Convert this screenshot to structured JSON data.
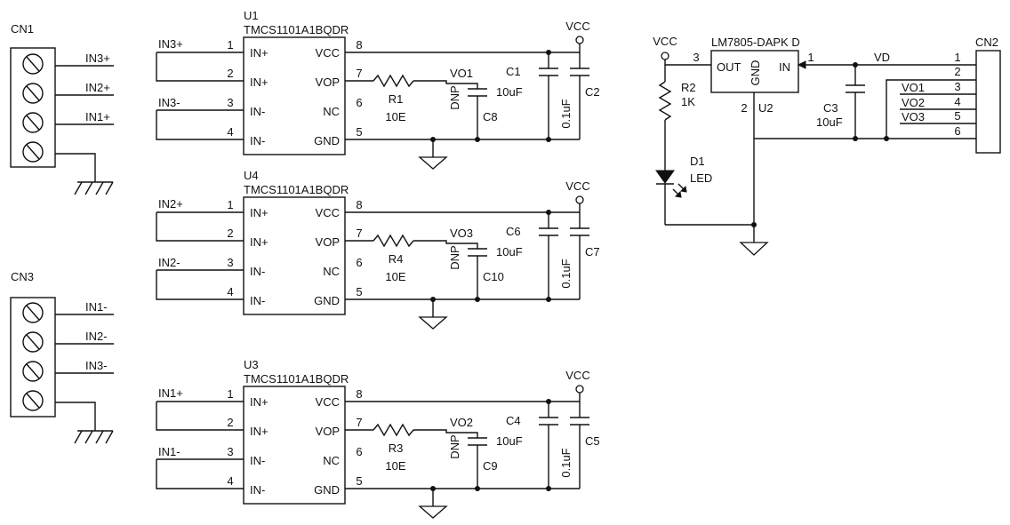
{
  "power": {
    "vcc": "VCC",
    "vd": "VD"
  },
  "terminals": [
    {
      "ref": "CN1",
      "pins": [
        "IN3+",
        "IN2+",
        "IN1+"
      ]
    },
    {
      "ref": "CN3",
      "pins": [
        "IN1-",
        "IN2-",
        "IN3-"
      ]
    }
  ],
  "sensors": [
    {
      "ref": "U1",
      "part": "TMCS1101A1BQDR",
      "net_pos": "IN3+",
      "net_neg": "IN3-",
      "pin_labels": [
        "IN+",
        "IN+",
        "IN-",
        "IN-",
        "VCC",
        "VOP",
        "NC",
        "GND"
      ],
      "pin_numbers": [
        "1",
        "2",
        "3",
        "4",
        "8",
        "7",
        "6",
        "5"
      ],
      "vcc_label": "VCC",
      "res_ref": "R1",
      "res_val": "10E",
      "out_net": "VO1",
      "cap_out_ref": "C8",
      "cap_out_val": "DNP",
      "cap_big_ref": "C1",
      "cap_big_val": "10uF",
      "cap_small_ref": "C2",
      "cap_small_val": "0.1uF"
    },
    {
      "ref": "U4",
      "part": "TMCS1101A1BQDR",
      "net_pos": "IN2+",
      "net_neg": "IN2-",
      "pin_labels": [
        "IN+",
        "IN+",
        "IN-",
        "IN-",
        "VCC",
        "VOP",
        "NC",
        "GND"
      ],
      "pin_numbers": [
        "1",
        "2",
        "3",
        "4",
        "8",
        "7",
        "6",
        "5"
      ],
      "vcc_label": "VCC",
      "res_ref": "R4",
      "res_val": "10E",
      "out_net": "VO3",
      "cap_out_ref": "C10",
      "cap_out_val": "DNP",
      "cap_big_ref": "C6",
      "cap_big_val": "10uF",
      "cap_small_ref": "C7",
      "cap_small_val": "0.1uF"
    },
    {
      "ref": "U3",
      "part": "TMCS1101A1BQDR",
      "net_pos": "IN1+",
      "net_neg": "IN1-",
      "pin_labels": [
        "IN+",
        "IN+",
        "IN-",
        "IN-",
        "VCC",
        "VOP",
        "NC",
        "GND"
      ],
      "pin_numbers": [
        "1",
        "2",
        "3",
        "4",
        "8",
        "7",
        "6",
        "5"
      ],
      "vcc_label": "VCC",
      "res_ref": "R3",
      "res_val": "10E",
      "out_net": "VO2",
      "cap_out_ref": "C9",
      "cap_out_val": "DNP",
      "cap_big_ref": "C4",
      "cap_big_val": "10uF",
      "cap_small_ref": "C5",
      "cap_small_val": "0.1uF"
    }
  ],
  "regulator": {
    "part": "LM7805-DAPK D",
    "ref": "U2",
    "pin_out": "OUT",
    "pin_gnd": "GND",
    "pin_in": "IN",
    "pin_num_out": "3",
    "pin_num_in": "1",
    "pin_num_gnd": "2",
    "vcc_label": "VCC",
    "res_ref": "R2",
    "res_val": "1K",
    "led_ref": "D1",
    "led_val": "LED",
    "cap_ref": "C3",
    "cap_val": "10uF",
    "vd_label": "VD"
  },
  "connector": {
    "ref": "CN2",
    "pin_numbers": [
      "1",
      "2",
      "3",
      "4",
      "5",
      "6"
    ],
    "nets": [
      "VO1",
      "VO2",
      "VO3"
    ]
  }
}
